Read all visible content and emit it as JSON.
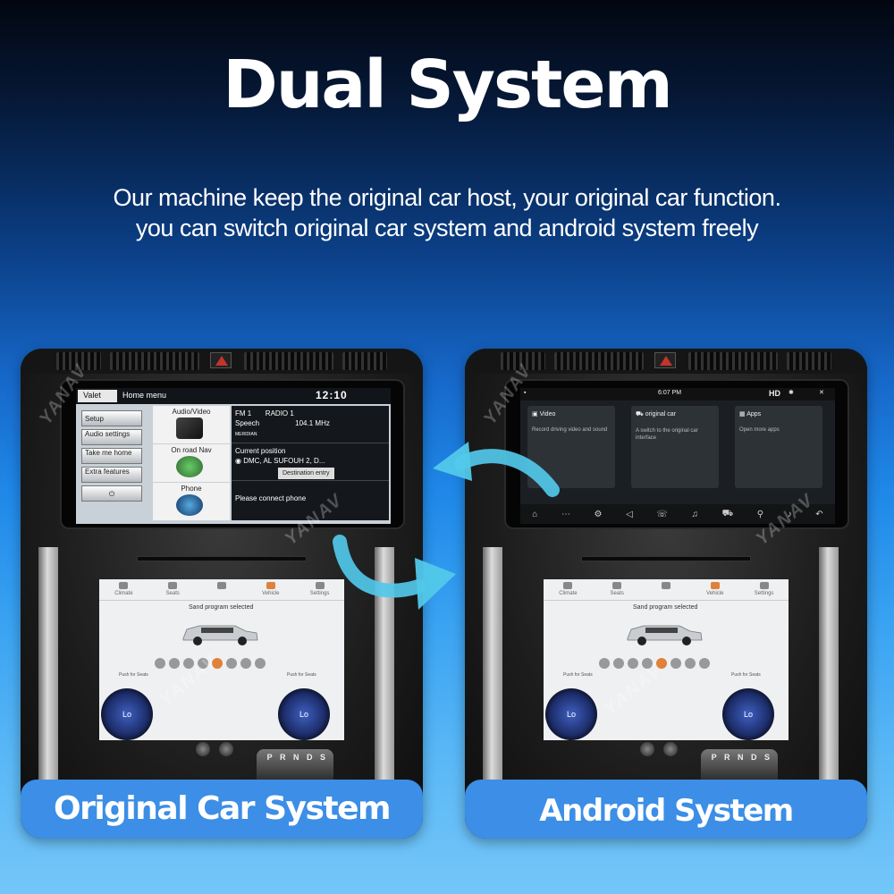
{
  "header": {
    "title": "Dual System",
    "subtitle_line1": "Our machine keep the original car host, your original car function.",
    "subtitle_line2": "you can switch original car system and android system freely"
  },
  "original_screen": {
    "valet": "Valet",
    "home_menu": "Home menu",
    "clock": "12:10",
    "side_buttons": [
      "Setup",
      "Audio settings",
      "Take me home",
      "Extra features"
    ],
    "tiles": [
      "Audio/Video",
      "On road Nav",
      "Phone"
    ],
    "radio": {
      "band": "FM 1",
      "station": "RADIO 1",
      "mode": "Speech",
      "freq": "104.1 MHz",
      "brand": "MERIDIAN"
    },
    "nav": {
      "title": "Current position",
      "address": "DMC, AL SUFOUH 2, D...",
      "button": "Destination entry"
    },
    "phone": "Please connect phone"
  },
  "android_screen": {
    "time": "6:07 PM",
    "hd": "HD",
    "cards": [
      {
        "title": "Video",
        "desc": "Record driving video and sound"
      },
      {
        "title": "original car",
        "desc": "A switch to the original car interface"
      },
      {
        "title": "Apps",
        "desc": "Open more apps"
      }
    ]
  },
  "climate": {
    "tabs": [
      "Climate",
      "Seats",
      "",
      "Vehicle",
      "Settings"
    ],
    "active_tab_index": 3,
    "sand_text": "Sand program selected",
    "push_text": "Push for Seats",
    "left_dial": "Lo",
    "right_dial": "Lo"
  },
  "gear_text": "P R N D S",
  "labels": {
    "left": "Original Car System",
    "right": "Android System"
  },
  "watermark": "YANAV",
  "colors": {
    "label_bg": "#3c8ee6",
    "arrow": "#52c8ea",
    "accent": "#e0813a"
  }
}
